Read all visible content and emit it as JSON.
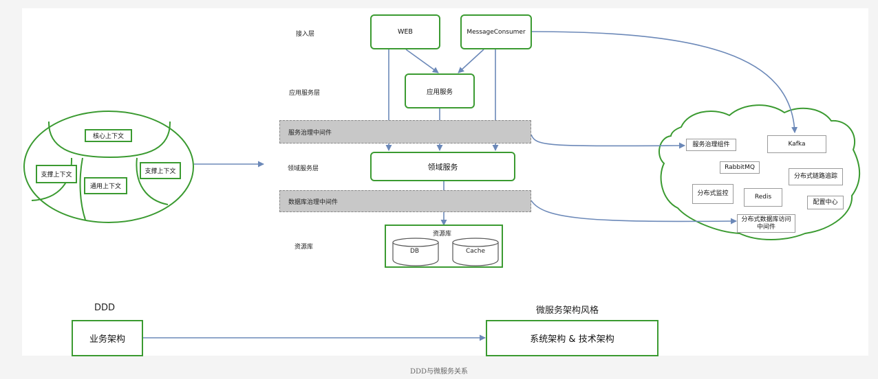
{
  "layers": {
    "access": "接入层",
    "app": "应用服务层",
    "domain": "领域服务层",
    "resource": "资源库"
  },
  "access_nodes": {
    "web": "WEB",
    "consumer": "MessageConsumer"
  },
  "app_service": "应用服务",
  "domain_service": "领域服务",
  "middleware": {
    "service_gov": "服务治理中间件",
    "db_gov": "数据库治理中间件"
  },
  "resource_lib": {
    "title": "资源库",
    "db": "DB",
    "cache": "Cache"
  },
  "contexts": {
    "core": "核心上下文",
    "support_left": "支撑上下文",
    "generic": "通用上下文",
    "support_right": "支撑上下文"
  },
  "cloud_items": {
    "service_gov_component": "服务治理组件",
    "kafka": "Kafka",
    "rabbitmq": "RabbitMQ",
    "tracing": "分布式链路追踪",
    "monitor": "分布式监控",
    "redis": "Redis",
    "config_center": "配置中心",
    "db_access_middleware": "分布式数据库访问中间件"
  },
  "bottom": {
    "ddd_label": "DDD",
    "microservice_label": "微服务架构风格",
    "business_arch": "业务架构",
    "system_tech_arch": "系统架构 & 技术架构"
  },
  "caption": "DDD与微服务关系",
  "colors": {
    "green": "#3a9a30",
    "arrow": "#6b88b8",
    "gray": "#c8c8c8"
  }
}
